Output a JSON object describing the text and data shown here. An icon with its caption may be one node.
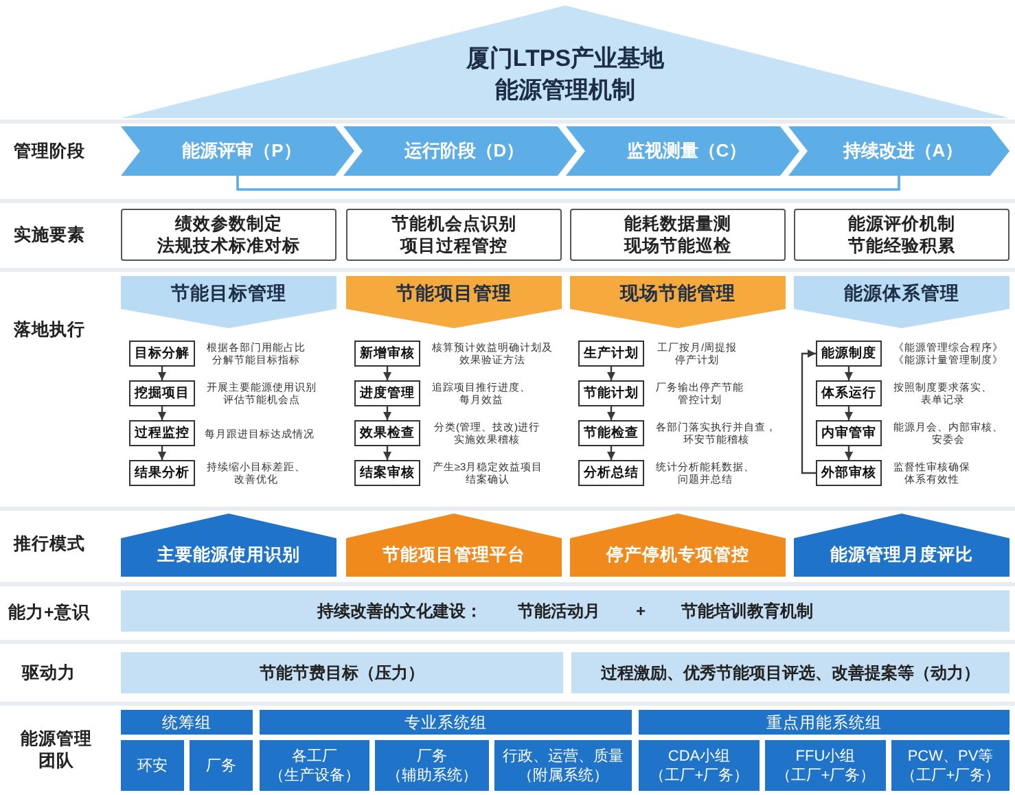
{
  "diagram": {
    "nodes": [
      {
        "text": [
          "厦门LTPS产业基地",
          "能源管理机制"
        ]
      },
      {
        "text": [
          "能源评审（P）"
        ]
      },
      {
        "text": [
          "运行阶段（D）"
        ]
      },
      {
        "text": [
          "监视测量（C）"
        ]
      },
      {
        "text": [
          "持续改进（A）"
        ]
      },
      {
        "text": [
          "绩效参数制定",
          "法规技术标准对标"
        ]
      },
      {
        "text": [
          "节能机会点识别",
          "项目过程管控"
        ]
      },
      {
        "text": [
          "能耗数据量测",
          "现场节能巡检"
        ]
      },
      {
        "text": [
          "能源评价机制",
          "节能经验积累"
        ]
      },
      {
        "text": [
          "节能目标管理"
        ]
      },
      {
        "text": [
          "目标分解"
        ],
        "beside": [
          "根据各部门用能占比分解节能目标指标"
        ]
      },
      {
        "text": [
          "挖掘项目"
        ],
        "beside": [
          "开展主要能源使用识别评估节能机会点"
        ]
      },
      {
        "text": [
          "过程监控"
        ],
        "beside": [
          "每月跟进目标达成情况"
        ]
      },
      {
        "text": [
          "结果分析"
        ],
        "beside": [
          "持续缩小目标差距、改善优化"
        ]
      },
      {
        "text": [
          "节能项目管理"
        ]
      },
      {
        "text": [
          "新增审核"
        ],
        "beside": [
          "核算预计效益明确计划及效果验证方法"
        ]
      },
      {
        "text": [
          "进度管理"
        ],
        "beside": [
          "追踪项目推行进度、每月效益"
        ]
      },
      {
        "text": [
          "效果检查"
        ],
        "beside": [
          "分类(管理、技改)进行实施效果稽核"
        ]
      },
      {
        "text": [
          "结案审核"
        ],
        "beside": [
          "产生≥3月稳定效益项目结案确认"
        ]
      },
      {
        "text": [
          "现场节能管理"
        ]
      },
      {
        "text": [
          "生产计划"
        ],
        "beside": [
          "工厂按月/周提报停产计划"
        ]
      },
      {
        "text": [
          "节能计划"
        ],
        "beside": [
          "厂务输出停产节能管控计划"
        ]
      },
      {
        "text": [
          "节能检查"
        ],
        "beside": [
          "各部门落实执行并自查，环安节能稽核"
        ]
      },
      {
        "text": [
          "分析总结"
        ],
        "beside": [
          "统计分析能耗数据、问题并总结"
        ]
      },
      {
        "text": [
          "能源体系管理"
        ]
      },
      {
        "text": [
          "能源制度"
        ],
        "beside": [
          "《能源管理综合程序》《能源计量管理制度》"
        ]
      },
      {
        "text": [
          "体系运行"
        ],
        "beside": [
          "按照制度要求落实、表单记录"
        ]
      },
      {
        "text": [
          "内审管审"
        ],
        "beside": [
          "能源月会、内部审核、安委会"
        ]
      },
      {
        "text": [
          "外部审核"
        ],
        "beside": [
          "监督性审核确保体系有效性"
        ]
      },
      {
        "text": [
          "主要能源使用识别"
        ]
      },
      {
        "text": [
          "节能项目管理平台"
        ]
      },
      {
        "text": [
          "停产停机专项管控"
        ]
      },
      {
        "text": [
          "能源管理月度评比"
        ]
      },
      {
        "text": [
          "持续改善的文化建设：",
          "节能活动月",
          "+",
          "节能培训教育机制"
        ]
      },
      {
        "text": [
          "节能节费目标（压力）"
        ]
      },
      {
        "text": [
          "过程激励、优秀节能项目评选、改善提案等（动力）"
        ]
      },
      {
        "text": [
          "统筹组"
        ]
      },
      {
        "text": [
          "专业系统组"
        ]
      },
      {
        "text": [
          "重点用能系统组"
        ]
      },
      {
        "text": [
          "环安"
        ]
      },
      {
        "text": [
          "厂务"
        ]
      },
      {
        "text": [
          "各工厂",
          "（生产设备）"
        ]
      },
      {
        "text": [
          "厂务",
          "（辅助系统）"
        ]
      },
      {
        "text": [
          "行政、运营、质量",
          "（附属系统）"
        ]
      },
      {
        "text": [
          "CDA小组",
          "（工厂+厂务）"
        ]
      },
      {
        "text": [
          "FFU小组",
          "（工厂+厂务）"
        ]
      },
      {
        "text": [
          "PCW、PV等",
          "（工厂+厂务）"
        ]
      }
    ],
    "edges": [
      {
        "from": 4,
        "to": 1,
        "arrow": "none",
        "color": "#5aaee8"
      },
      {
        "from": 10,
        "to": 11,
        "arrow": "to"
      },
      {
        "from": 11,
        "to": 12,
        "arrow": "to"
      },
      {
        "from": 12,
        "to": 13,
        "arrow": "to"
      },
      {
        "from": 15,
        "to": 16,
        "arrow": "to"
      },
      {
        "from": 16,
        "to": 17,
        "arrow": "to"
      },
      {
        "from": 17,
        "to": 18,
        "arrow": "to"
      },
      {
        "from": 20,
        "to": 21,
        "arrow": "to"
      },
      {
        "from": 21,
        "to": 22,
        "arrow": "to"
      },
      {
        "from": 22,
        "to": 23,
        "arrow": "to"
      },
      {
        "from": 25,
        "to": 26,
        "arrow": "to"
      },
      {
        "from": 26,
        "to": 27,
        "arrow": "to"
      },
      {
        "from": 27,
        "to": 28,
        "arrow": "to"
      },
      {
        "from": 28,
        "to": 25,
        "arrow": "to"
      }
    ],
    "labels": [
      "管理阶段",
      "实施要素",
      "落地执行",
      "推行模式",
      "能力+意识",
      "驱动力",
      "能源管理团队"
    ]
  }
}
